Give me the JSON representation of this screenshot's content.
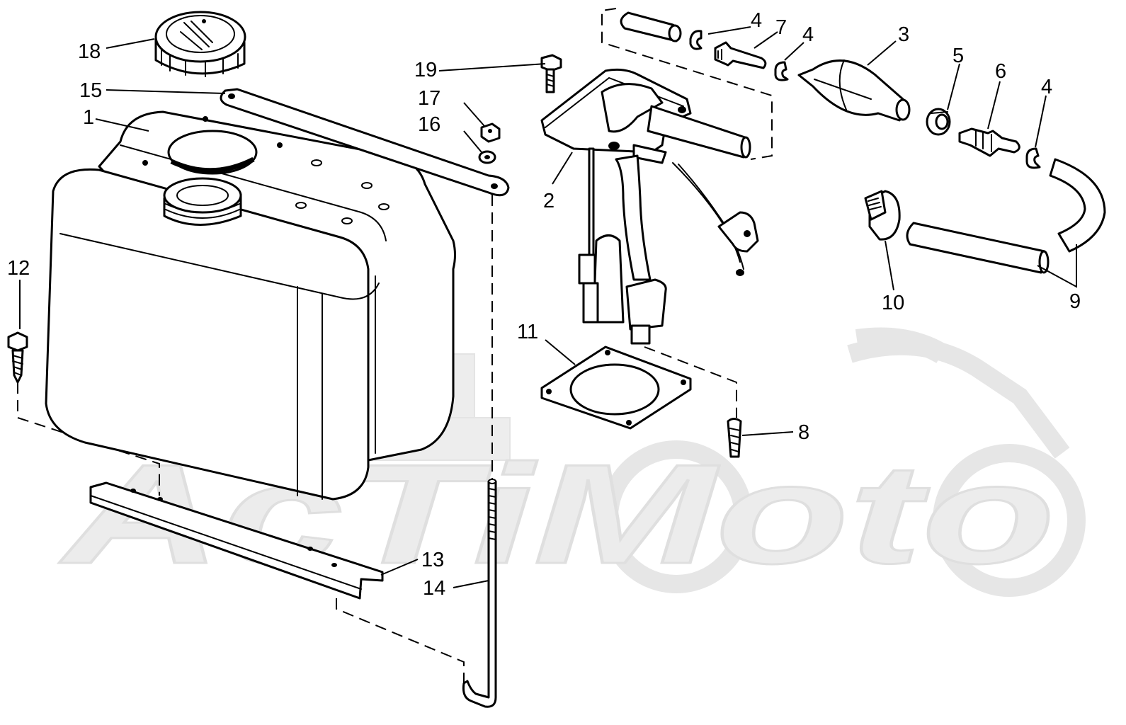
{
  "watermark": {
    "text": "AcTiMoto"
  },
  "callouts": {
    "c1": "1",
    "c2": "2",
    "c3": "3",
    "c4a": "4",
    "c4b": "4",
    "c4c": "4",
    "c5": "5",
    "c6": "6",
    "c7": "7",
    "c8": "8",
    "c9": "9",
    "c10": "10",
    "c11": "11",
    "c12": "12",
    "c13": "13",
    "c14": "14",
    "c15": "15",
    "c16": "16",
    "c17": "17",
    "c18": "18",
    "c19": "19"
  }
}
